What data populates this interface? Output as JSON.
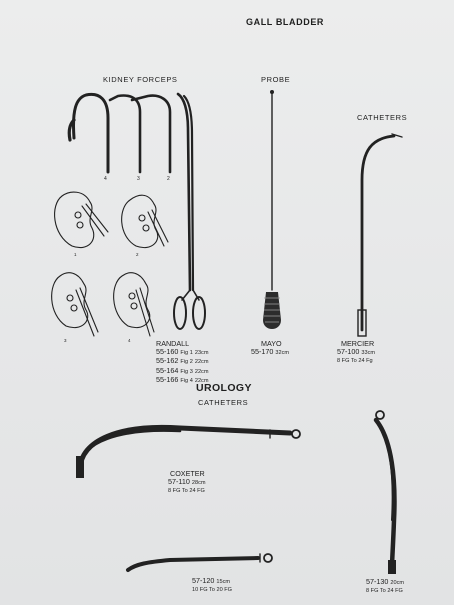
{
  "page": {
    "title": "GALL BLADDER",
    "section_heading": "UROLOGY",
    "section_subheading": "CATHETERS"
  },
  "kidney_forceps": {
    "heading": "KIDNEY FORCEPS",
    "shaft_numbers": [
      "4",
      "3",
      "2"
    ],
    "figure_numbers": [
      "1",
      "2",
      "3",
      "4"
    ],
    "caption_name": "RANDALL",
    "items": [
      {
        "code": "55-160",
        "fig": "Fig 1",
        "size": "23cm"
      },
      {
        "code": "55-162",
        "fig": "Fig 2",
        "size": "22cm"
      },
      {
        "code": "55-164",
        "fig": "Fig 3",
        "size": "22cm"
      },
      {
        "code": "55-166",
        "fig": "Fig 4",
        "size": "22cm"
      }
    ]
  },
  "probe": {
    "heading": "PROBE",
    "name": "MAYO",
    "code": "55-170",
    "size": "32cm"
  },
  "catheters_gb": {
    "heading": "CATHETERS",
    "name": "MERCIER",
    "code": "57-100",
    "size": "33cm",
    "range": "8 FG To 24 Fg"
  },
  "urology": {
    "coxeter": {
      "name": "COXETER",
      "code": "57-110",
      "size": "28cm",
      "range": "8 FG To 24 FG"
    },
    "straight": {
      "code": "57-120",
      "size": "15cm",
      "range": "10 FG To 20 FG"
    },
    "curved": {
      "code": "57-130",
      "size": "20cm",
      "range": "8 FG To 24 FG"
    }
  }
}
